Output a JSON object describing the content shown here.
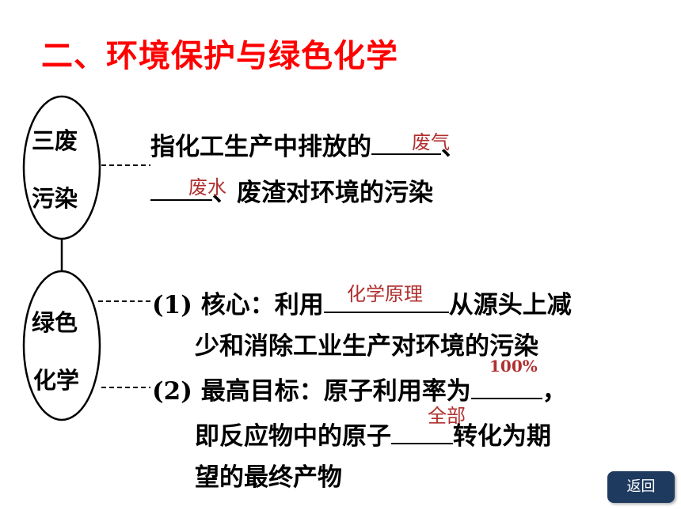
{
  "title": "二、环境保护与绿色化学",
  "three_wastes": {
    "label_line1": "三废",
    "label_line2": "污染",
    "text_line1": "指化工生产中排放的",
    "text_line1_end": "、",
    "text_line2": "、废渣对环境的污染",
    "answer1": "废气",
    "answer2": "废水"
  },
  "green_chem": {
    "label_line1": "绿色",
    "label_line2": "化学",
    "item1_prefix": "(1) 核心：利用",
    "item1_answer": "化学原理",
    "item1_after": "从源头上减",
    "item1_line2": "少和消除工业生产对环境的污染",
    "item2_prefix": "(2) 最高目标：原子利用率为",
    "item2_end": "，",
    "item2_answer1": "100%",
    "item2_line2a": "即反应物中的原子",
    "item2_answer2": "全部",
    "item2_line2b": "转化为期",
    "item2_line3": "望的最终产物"
  },
  "back_button": "返回"
}
